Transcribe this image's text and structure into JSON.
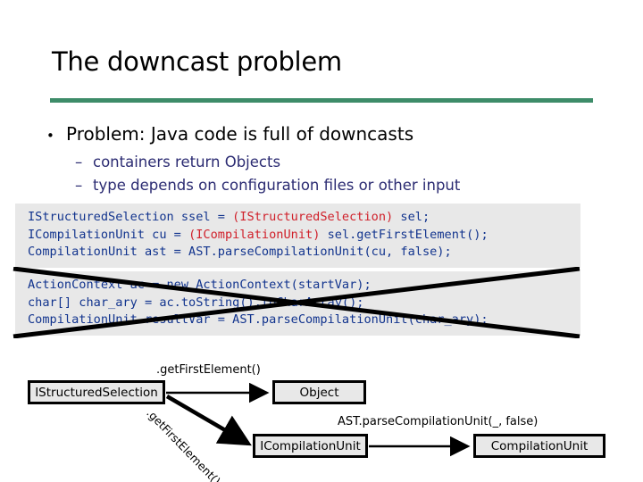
{
  "slide": {
    "title": "The downcast problem",
    "accent_color": "#3d8c69",
    "bullets": {
      "level1_marker": "•",
      "level1_text": "Problem: Java code is full of downcasts",
      "level2_marker": "–",
      "level2_items": [
        "containers return Objects",
        "type depends on configuration files or other input"
      ],
      "level2_color": "#2b2b72"
    },
    "code_blocks": [
      {
        "name": "working-downcast-example",
        "struck_out": false,
        "background": "#e8e8e8",
        "text_color": "#12348e",
        "highlight_color": "#d0202a",
        "lines": [
          [
            {
              "t": "IStructuredSelection ssel = ",
              "h": false
            },
            {
              "t": "(IStructuredSelection)",
              "h": true
            },
            {
              "t": " sel;",
              "h": false
            }
          ],
          [
            {
              "t": "ICompilationUnit cu = ",
              "h": false
            },
            {
              "t": "(ICompilationUnit)",
              "h": true
            },
            {
              "t": " sel.getFirstElement();",
              "h": false
            }
          ],
          [
            {
              "t": "CompilationUnit ast = AST.parseCompilationUnit(cu, false);",
              "h": false
            }
          ]
        ]
      },
      {
        "name": "invalid-downcast-example",
        "struck_out": true,
        "background": "#e8e8e8",
        "text_color": "#12348e",
        "highlight_color": "#d0202a",
        "lines": [
          [
            {
              "t": "ActionContext ac = new ActionContext(startVar);",
              "h": false
            }
          ],
          [
            {
              "t": "char[] char_ary = ac.toString().toCharArray();",
              "h": false
            }
          ],
          [
            {
              "t": "CompilationUnit resultVar = AST.parseCompilationUnit(char_ary);",
              "h": false
            }
          ]
        ]
      }
    ],
    "diagram": {
      "nodes": [
        {
          "id": "issel",
          "label": "IStructuredSelection"
        },
        {
          "id": "object",
          "label": "Object"
        },
        {
          "id": "icu",
          "label": "ICompilationUnit"
        },
        {
          "id": "cu",
          "label": "CompilationUnit"
        }
      ],
      "edges": [
        {
          "from": "issel",
          "to": "object",
          "label": ".getFirstElement()"
        },
        {
          "from": "issel",
          "to": "icu",
          "label": ".getFirstElement()"
        },
        {
          "from": "icu",
          "to": "cu",
          "label": "AST.parseCompilationUnit(_, false)"
        }
      ]
    }
  }
}
